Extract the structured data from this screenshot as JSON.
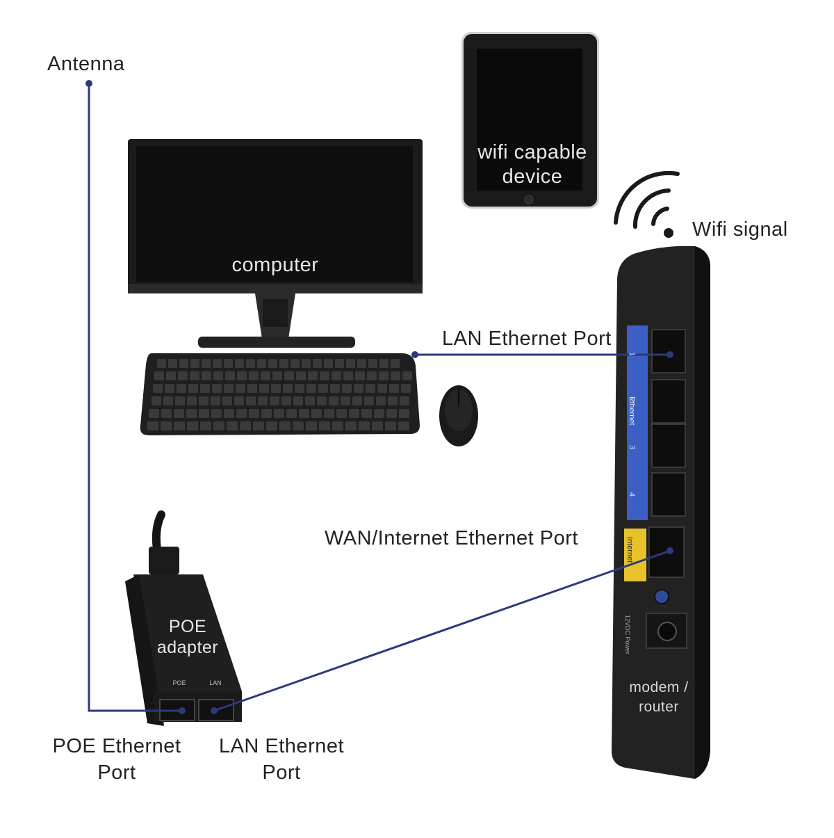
{
  "labels": {
    "antenna": "Antenna",
    "computer": "computer",
    "wifi_device": "wifi capable device",
    "wifi_signal": "Wifi signal",
    "lan_port_router": "LAN Ethernet Port",
    "wan_port": "WAN/Internet Ethernet Port",
    "poe_adapter": "POE adapter",
    "poe_port": "POE Ethernet Port",
    "lan_port_poe": "LAN Ethernet Port",
    "router": "modem / router"
  },
  "router_panel": {
    "ethernet_label": "Ethernet",
    "port_numbers": [
      "1",
      "2",
      "3",
      "4"
    ],
    "internet_label": "Internet",
    "power_label": "12VDC Power"
  },
  "poe_panel": {
    "poe_label": "POE",
    "lan_label": "LAN"
  },
  "colors": {
    "connector_line": "#2b3a7a",
    "router_blue_strip": "#3b5fc4",
    "router_yellow_strip": "#e8c22a",
    "device_body": "#1c1c1c"
  }
}
